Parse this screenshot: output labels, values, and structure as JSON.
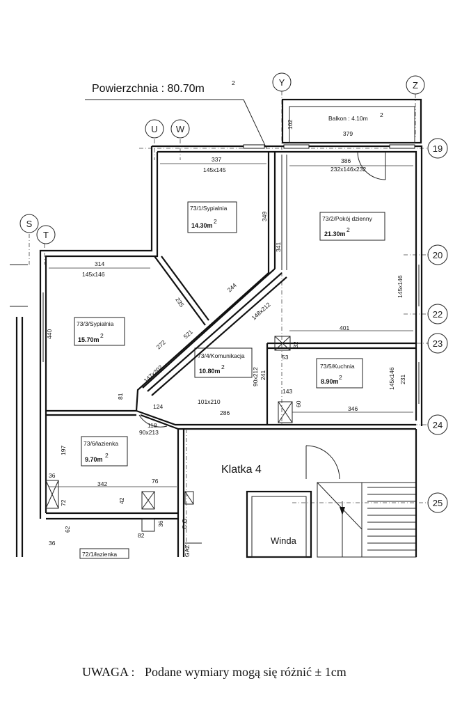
{
  "header": {
    "area_label": "Powierzchnia : 80.70m",
    "area_sup": "2"
  },
  "axes": [
    "U",
    "W",
    "Y",
    "Z",
    "S",
    "T",
    "19",
    "20",
    "22",
    "23",
    "24",
    "25"
  ],
  "balcony": {
    "label": "Balkon : 4.10m",
    "sup": "2",
    "dim_width": "379",
    "dim_side": "102"
  },
  "rooms": [
    {
      "name": "73/1/Sypialnia",
      "area": "14.30m",
      "sup": "2"
    },
    {
      "name": "73/2/Pokój dzienny",
      "area": "21.30m",
      "sup": "2"
    },
    {
      "name": "73/3/Sypialnia",
      "area": "15.70m",
      "sup": "2"
    },
    {
      "name": "73/4/Komunikacja",
      "area": "10.80m",
      "sup": "2"
    },
    {
      "name": "73/5/Kuchnia",
      "area": "8.90m",
      "sup": "2"
    },
    {
      "name": "73/6/łazienka",
      "area": "9.70m",
      "sup": "2"
    },
    {
      "name": "72/1/łazienka"
    }
  ],
  "dimensions": {
    "d337": "337",
    "d145x145": "145x145",
    "d386": "386",
    "d232": "232x146x232",
    "d349": "349",
    "d341": "341",
    "d314": "314",
    "d145x146a": "145x146",
    "d440": "440",
    "d235": "235",
    "d244": "244",
    "d148": "148x212",
    "d521": "521",
    "d272": "272",
    "d147": "147x202",
    "d81": "81",
    "d145x146b": "145x146",
    "d401": "401",
    "d53": "53",
    "d32": "32",
    "d90x212": "90x212",
    "d241": "241",
    "d145x146c": "145x146",
    "d231": "231",
    "d143": "143",
    "d60": "60",
    "d346": "346",
    "d101": "101x210",
    "d286": "286",
    "d124": "124",
    "d118": "118",
    "d90x213": "90x213",
    "d197": "197",
    "d36a": "36",
    "d342": "342",
    "d76": "76",
    "d72": "72",
    "d42": "42",
    "d62": "62",
    "d82": "82",
    "d36b": "36",
    "d36c": "36"
  },
  "labels": {
    "stair": "Klatka 4",
    "lift": "Winda",
    "co": "C.O.",
    "gaz": "GAZ"
  },
  "footer": {
    "caption": "UWAGA :",
    "text": "Podane wymiary mogą się różnić ± 1cm"
  }
}
